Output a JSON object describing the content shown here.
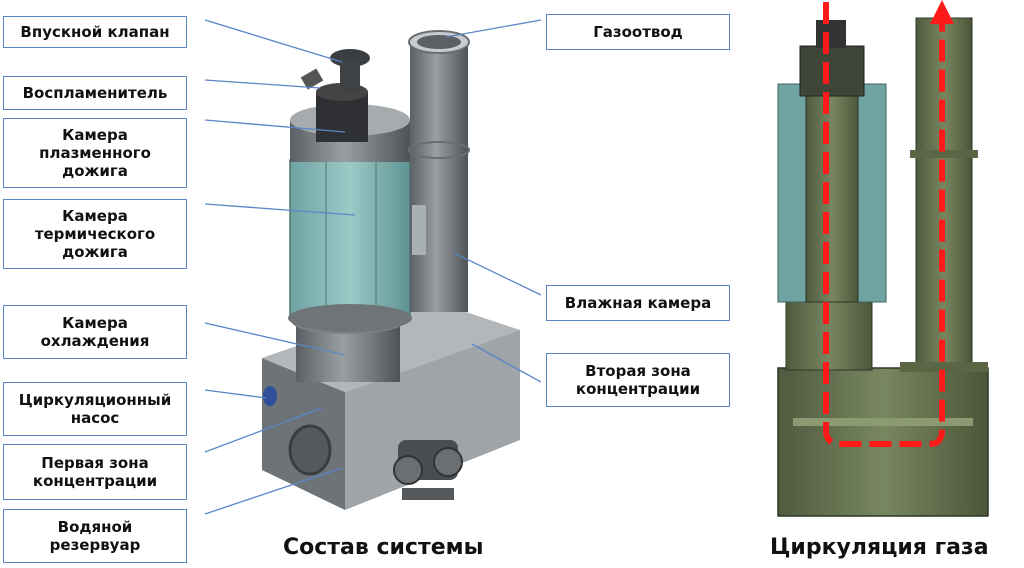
{
  "labels": {
    "intake_valve": "Впускной клапан",
    "igniter": "Воспламенитель",
    "plasma_chamber": "Камера\nплазменного\nдожига",
    "thermal_chamber": "Камера\nтермического\nдожига",
    "cooling_chamber": "Камера\nохлаждения",
    "circ_pump": "Циркуляционный\nнасос",
    "first_zone": "Первая зона\nконцентрации",
    "water_tank": "Водяной\nрезервуар",
    "gas_outlet": "Газоотвод",
    "wet_chamber": "Влажная камера",
    "second_zone": "Вторая зона\nконцентрации"
  },
  "captions": {
    "system": "Состав системы",
    "gas_flow": "Циркуляция газа"
  },
  "colors": {
    "box_border": "#5a86c6",
    "leader_line": "#5a86c6",
    "steel_dark": "#5f6468",
    "steel_mid": "#8a8f93",
    "panel_teal": "#7fb6b4",
    "cutaway_green": "#6c7a55",
    "flow_arrow": "#ff1a1a"
  }
}
